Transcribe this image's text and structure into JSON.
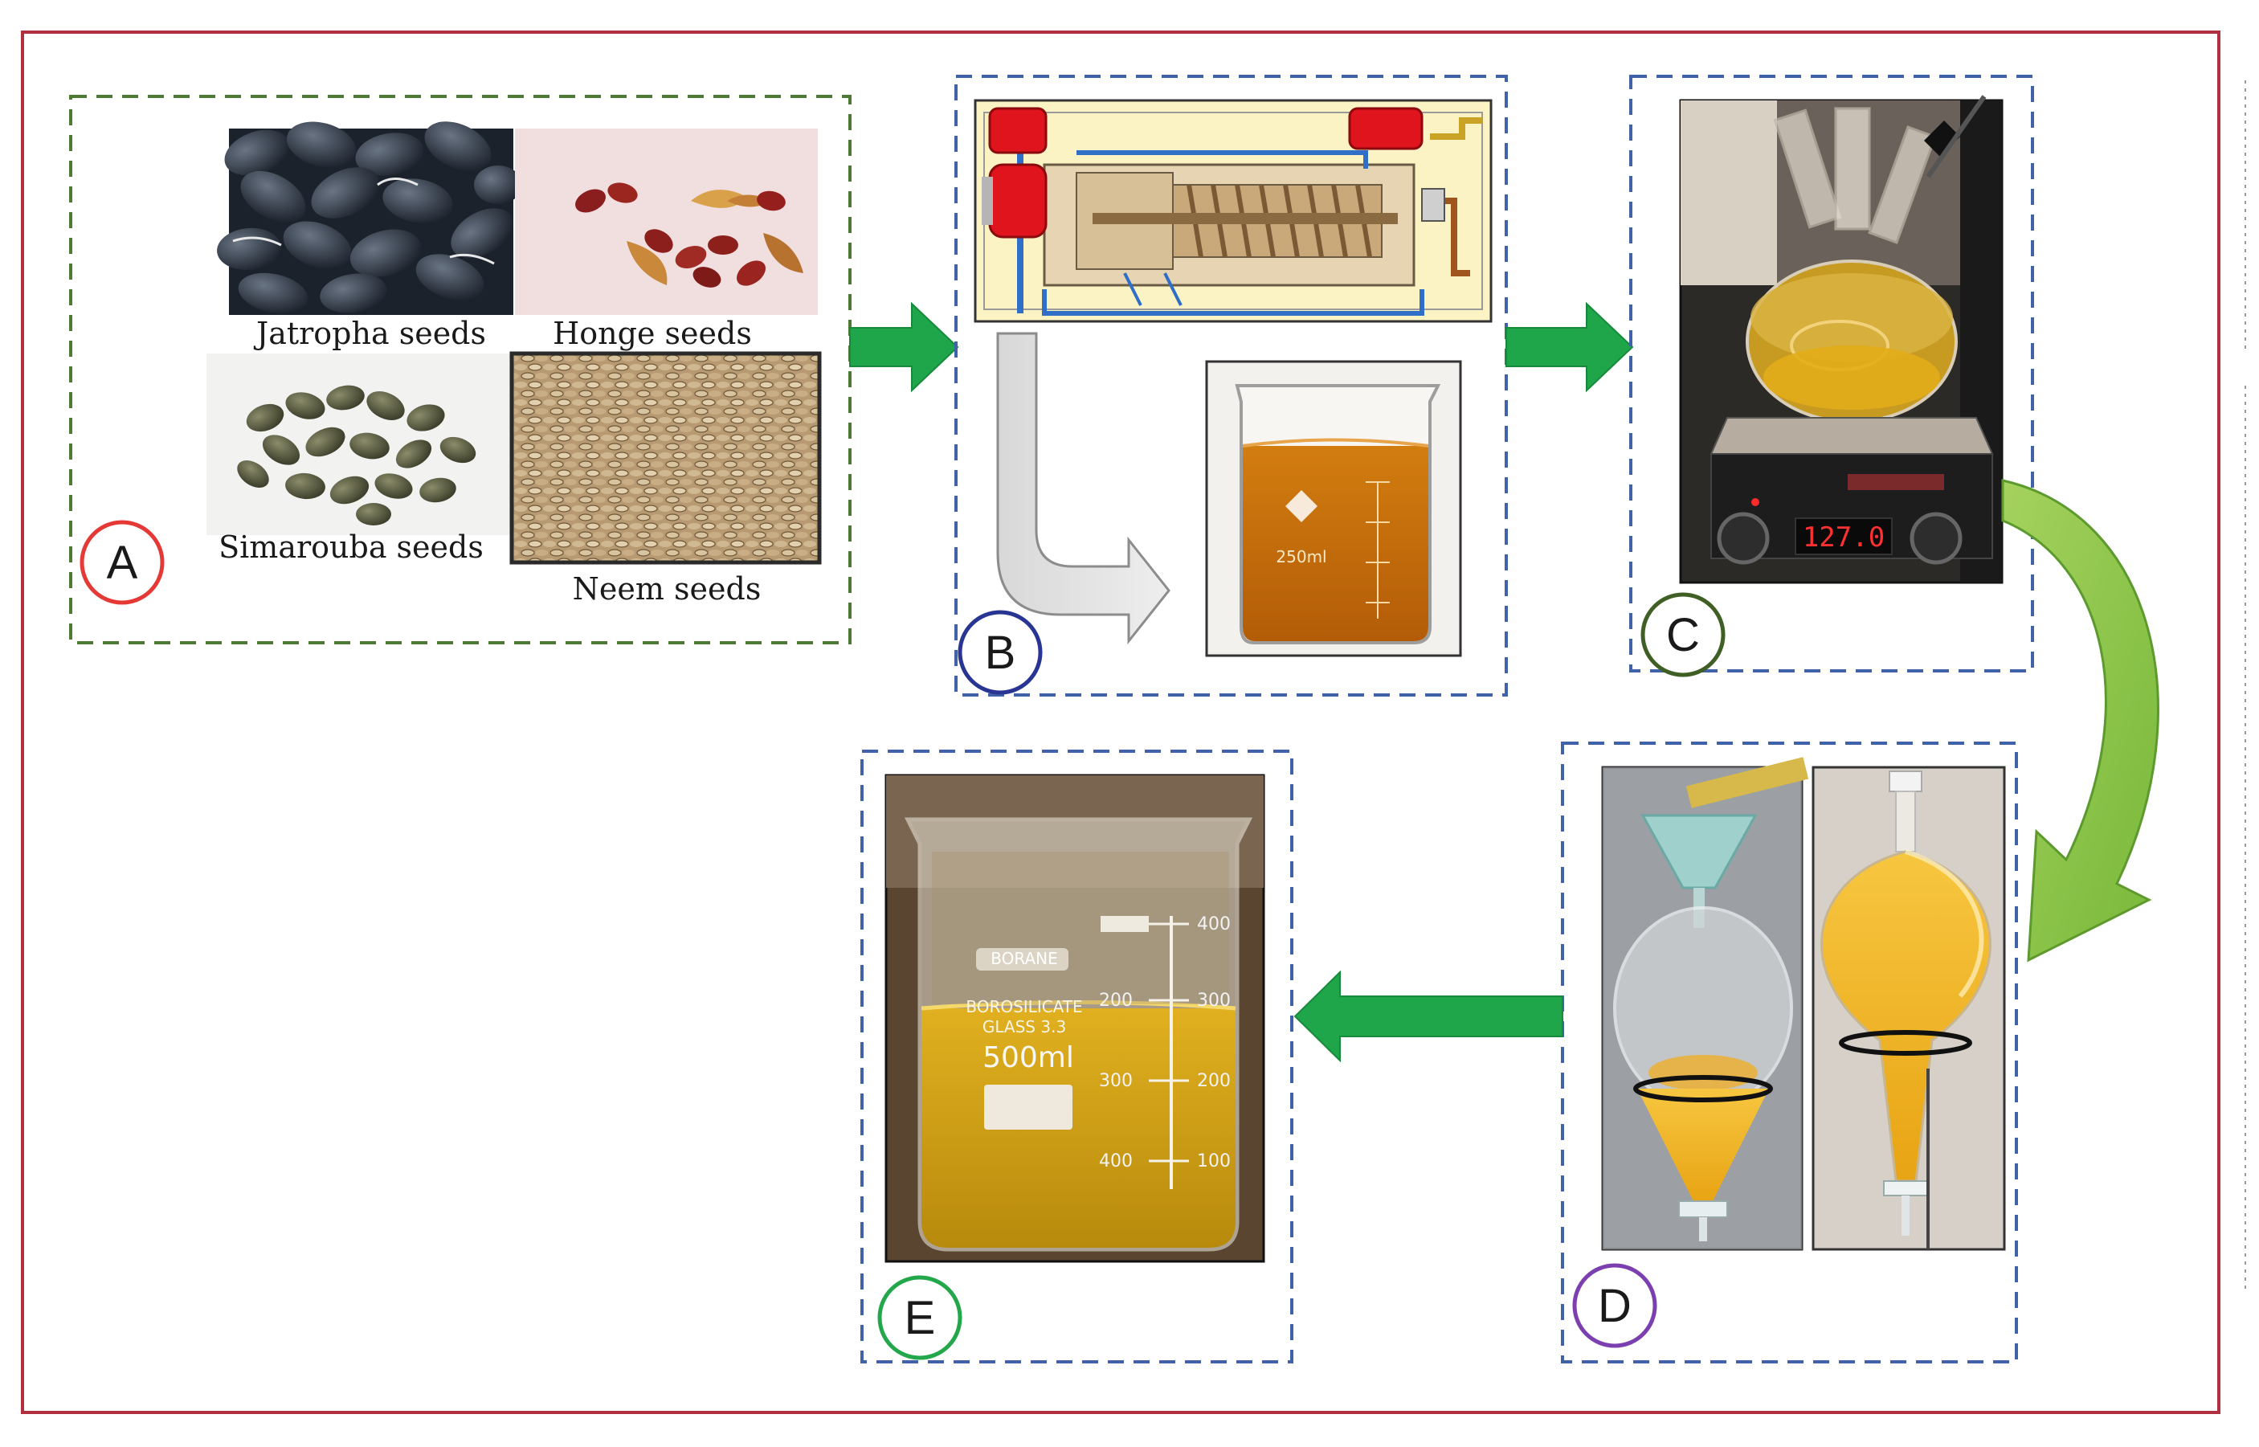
{
  "seeds": {
    "jatropha": "Jatropha seeds",
    "honge": "Honge seeds",
    "simarouba": "Simarouba seeds",
    "neem": "Neem seeds"
  },
  "steps": {
    "a": "A",
    "b": "B",
    "c": "C",
    "d": "D",
    "e": "E"
  },
  "beaker_e": {
    "brand": "BORANE",
    "spec_1": "BOROSILICATE",
    "spec_2": "GLASS 3.3",
    "capacity": "500ml",
    "scale_left": [
      "200",
      "300",
      "400"
    ],
    "scale_right": [
      "400",
      "300",
      "200",
      "100"
    ]
  },
  "beaker_b": {
    "capacity": "250ml"
  },
  "hotplate": {
    "display": "127.0"
  },
  "colors": {
    "outer_border": "#b03040",
    "box_a_border": "#4e7a33",
    "box_border": "#3f62a8",
    "arrow_green": "#1fa64a",
    "curve_arrow": "#8cc84e",
    "circle_a": "#e53935",
    "circle_b": "#283593",
    "circle_c": "#3f5f24",
    "circle_d": "#7b3fb0",
    "circle_e": "#22a84a"
  }
}
